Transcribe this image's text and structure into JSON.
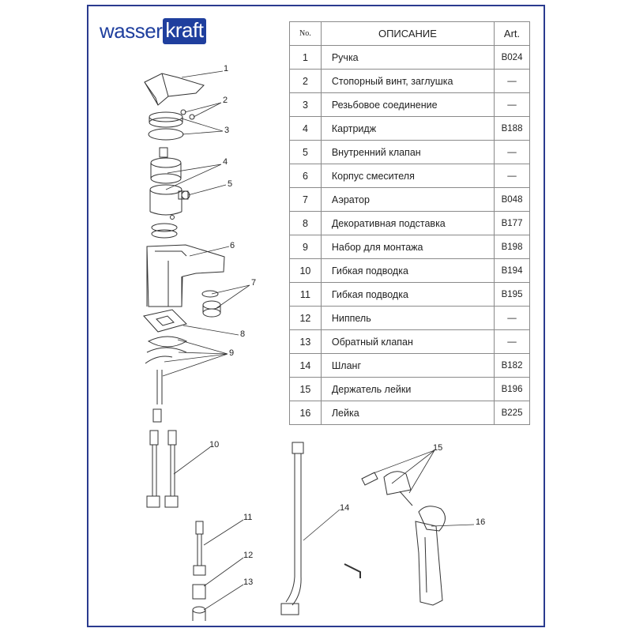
{
  "brand": {
    "part1": "wasser",
    "part2": "kraft",
    "color": "#1f3f9e"
  },
  "table": {
    "headers": {
      "no": "No.",
      "description": "ОПИСАНИЕ",
      "art": "Art."
    },
    "rows": [
      {
        "no": "1",
        "description": "Ручка",
        "art": "B024"
      },
      {
        "no": "2",
        "description": "Стопорный винт, заглушка",
        "art": "—"
      },
      {
        "no": "3",
        "description": "Резьбовое соединение",
        "art": "—"
      },
      {
        "no": "4",
        "description": "Картридж",
        "art": "B188"
      },
      {
        "no": "5",
        "description": "Внутренний клапан",
        "art": "—"
      },
      {
        "no": "6",
        "description": "Корпус смесителя",
        "art": "—"
      },
      {
        "no": "7",
        "description": "Аэратор",
        "art": "B048"
      },
      {
        "no": "8",
        "description": "Декоративная подставка",
        "art": "B177"
      },
      {
        "no": "9",
        "description": "Набор для монтажа",
        "art": "B198"
      },
      {
        "no": "10",
        "description": "Гибкая подводка",
        "art": "B194"
      },
      {
        "no": "11",
        "description": "Гибкая подводка",
        "art": "B195"
      },
      {
        "no": "12",
        "description": "Ниппель",
        "art": "—"
      },
      {
        "no": "13",
        "description": "Обратный клапан",
        "art": "—"
      },
      {
        "no": "14",
        "description": "Шланг",
        "art": "B182"
      },
      {
        "no": "15",
        "description": "Держатель лейки",
        "art": "B196"
      },
      {
        "no": "16",
        "description": "Лейка",
        "art": "B225"
      }
    ]
  },
  "callouts": [
    "1",
    "2",
    "3",
    "4",
    "5",
    "6",
    "7",
    "8",
    "9",
    "10",
    "11",
    "12",
    "13",
    "14",
    "15",
    "16"
  ],
  "colors": {
    "frame": "#2a3b8f",
    "line": "#333333",
    "grid": "#8a8a8a"
  }
}
